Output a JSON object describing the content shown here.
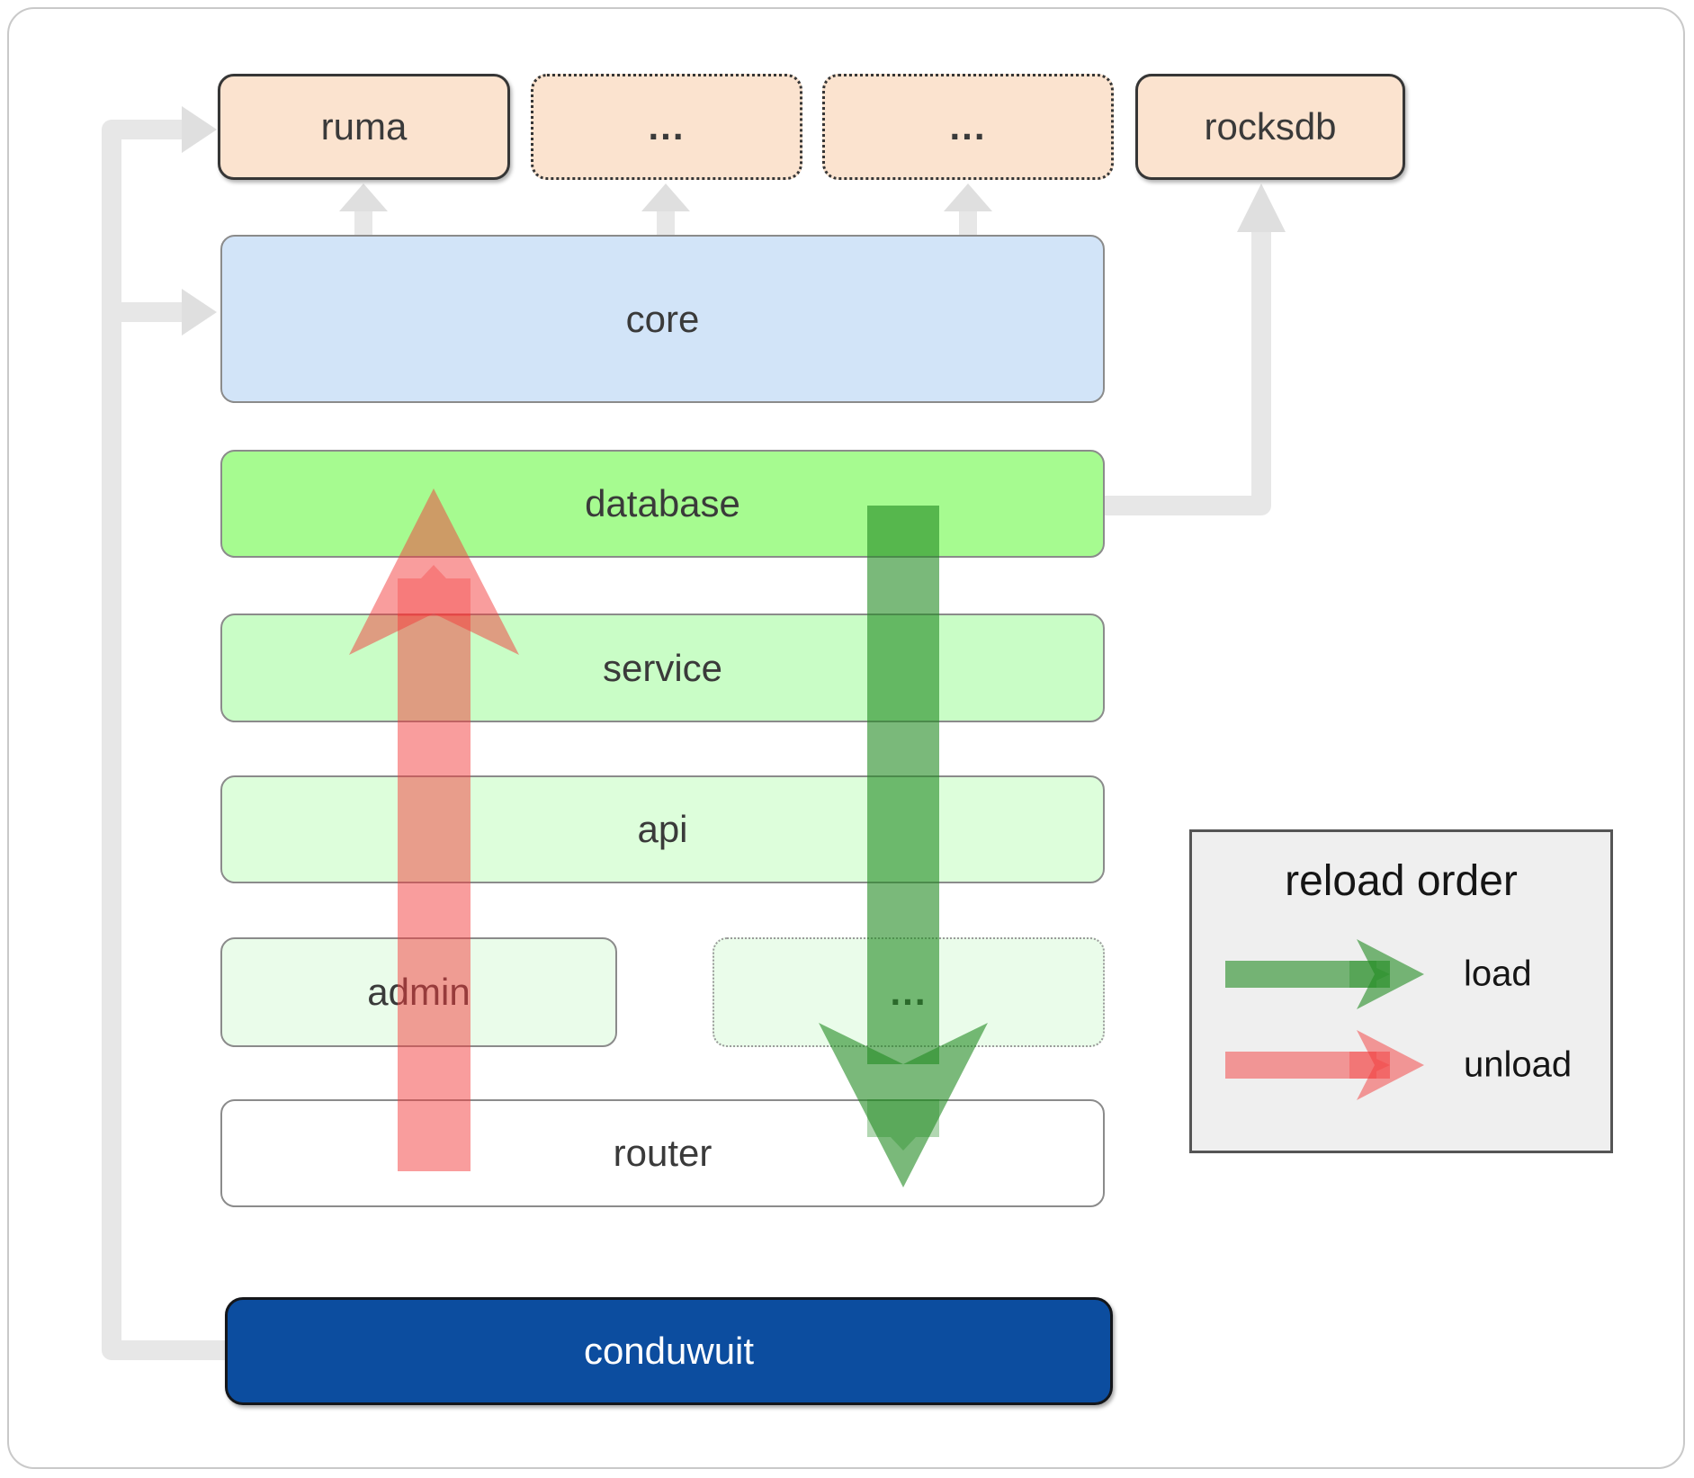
{
  "diagram": {
    "nodes": {
      "ruma": {
        "label": "ruma"
      },
      "ellipsis1": {
        "label": "..."
      },
      "ellipsis2": {
        "label": "..."
      },
      "rocksdb": {
        "label": "rocksdb"
      },
      "core": {
        "label": "core"
      },
      "database": {
        "label": "database"
      },
      "service": {
        "label": "service"
      },
      "api": {
        "label": "api"
      },
      "admin": {
        "label": "admin"
      },
      "ellipsis3": {
        "label": "..."
      },
      "router": {
        "label": "router"
      },
      "conduwuit": {
        "label": "conduwuit"
      }
    },
    "legend": {
      "title": "reload order",
      "load_label": "load",
      "unload_label": "unload"
    }
  },
  "colors": {
    "canvas_bg": "#ffffff",
    "outer_border": "#c9c9c9",
    "peach_fill": "#fbe3cf",
    "dark_border": "#363636",
    "gray_border": "#8b8b8b",
    "faint_border": "#9a9a9a",
    "blue_fill": "#d2e4f8",
    "database_fill": "#a6fb90",
    "service_fill": "#c9fdc6",
    "api_fill": "#ddfedb",
    "faint_green_fill": "#eafcea",
    "router_fill": "#ffffff",
    "conduwuit_fill": "#0c4d9f",
    "conduwuit_text": "#ffffff",
    "label_text": "#3a3a3a",
    "connector": "#e7e7e7",
    "connector_head": "#dfdfdf",
    "load_green": "#228b22",
    "unload_red": "#f43c3c",
    "legend_bg": "#efefef",
    "legend_border": "#555555",
    "legend_text": "#151515"
  }
}
